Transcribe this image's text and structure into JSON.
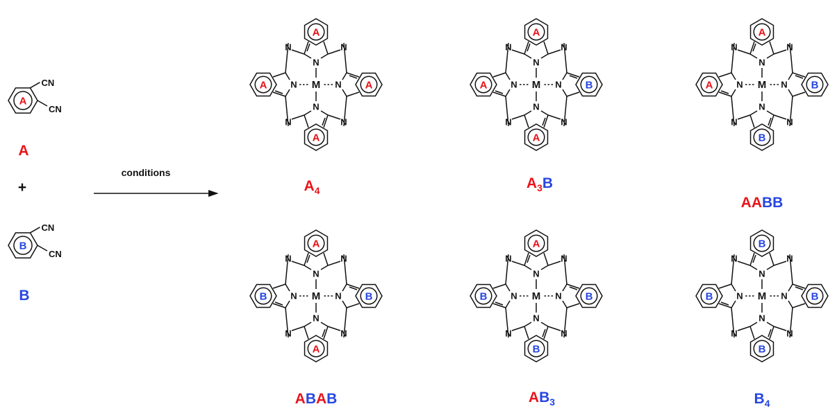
{
  "colors": {
    "A": "#e8141b",
    "B": "#2746e0",
    "ink": "#111111"
  },
  "atoms": {
    "nitrogen": "N",
    "metal": "M",
    "cyano": "CN"
  },
  "reaction": {
    "plus": "+",
    "conditions": "conditions",
    "reactants": [
      {
        "id": "A",
        "ring_letter": "A",
        "label": "A"
      },
      {
        "id": "B",
        "ring_letter": "B",
        "label": "B"
      }
    ]
  },
  "products": [
    {
      "id": "A4",
      "rings": {
        "top": "A",
        "left": "A",
        "right": "A",
        "bottom": "A"
      },
      "label": [
        {
          "t": "A",
          "c": "A"
        },
        {
          "t": "4",
          "c": "A",
          "sub": true
        }
      ]
    },
    {
      "id": "A3B",
      "rings": {
        "top": "A",
        "left": "A",
        "right": "B",
        "bottom": "A"
      },
      "label": [
        {
          "t": "A",
          "c": "A"
        },
        {
          "t": "3",
          "c": "A",
          "sub": true
        },
        {
          "t": "B",
          "c": "B"
        }
      ]
    },
    {
      "id": "AABB",
      "rings": {
        "top": "A",
        "left": "A",
        "right": "B",
        "bottom": "B"
      },
      "label": [
        {
          "t": "AA",
          "c": "A"
        },
        {
          "t": "BB",
          "c": "B"
        }
      ]
    },
    {
      "id": "ABAB",
      "rings": {
        "top": "A",
        "left": "B",
        "right": "B",
        "bottom": "A"
      },
      "label": [
        {
          "t": "A",
          "c": "A"
        },
        {
          "t": "B",
          "c": "B"
        },
        {
          "t": "A",
          "c": "A"
        },
        {
          "t": "B",
          "c": "B"
        }
      ]
    },
    {
      "id": "AB3",
      "rings": {
        "top": "A",
        "left": "B",
        "right": "B",
        "bottom": "B"
      },
      "label": [
        {
          "t": "A",
          "c": "A"
        },
        {
          "t": "B",
          "c": "B"
        },
        {
          "t": "3",
          "c": "B",
          "sub": true
        }
      ]
    },
    {
      "id": "B4",
      "rings": {
        "top": "B",
        "left": "B",
        "right": "B",
        "bottom": "B"
      },
      "label": [
        {
          "t": "B",
          "c": "B"
        },
        {
          "t": "4",
          "c": "B",
          "sub": true
        }
      ]
    }
  ]
}
